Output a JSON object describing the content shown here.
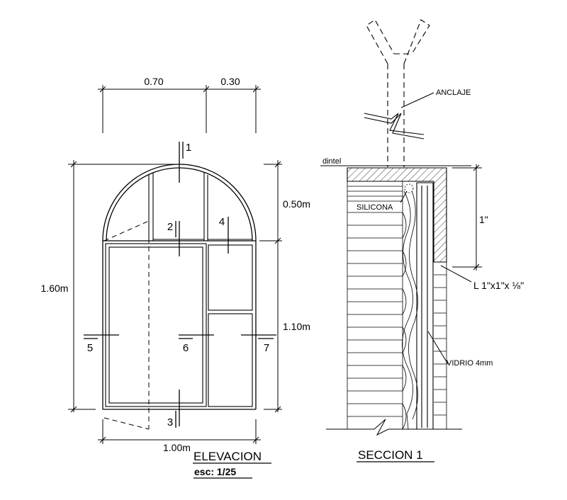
{
  "elevation": {
    "dim_top_left": "0.70",
    "dim_top_right": "0.30",
    "dim_total_height": "1.60m",
    "dim_arch_height": "0.50m",
    "dim_lower_height": "1.10m",
    "dim_total_width": "1.00m",
    "markers": [
      "1",
      "2",
      "3",
      "4",
      "5",
      "6",
      "7"
    ],
    "title": "ELEVACION",
    "scale": "esc: 1/25"
  },
  "section": {
    "label_anchor": "ANCLAJE",
    "label_lintel": "dintel",
    "label_silicone": "SILICONA",
    "dim_inch": "1\"",
    "label_angle": "L 1\"x1\"x ⅛\"",
    "label_glass": "VIDRIO 4mm",
    "title": "SECCION  1"
  }
}
